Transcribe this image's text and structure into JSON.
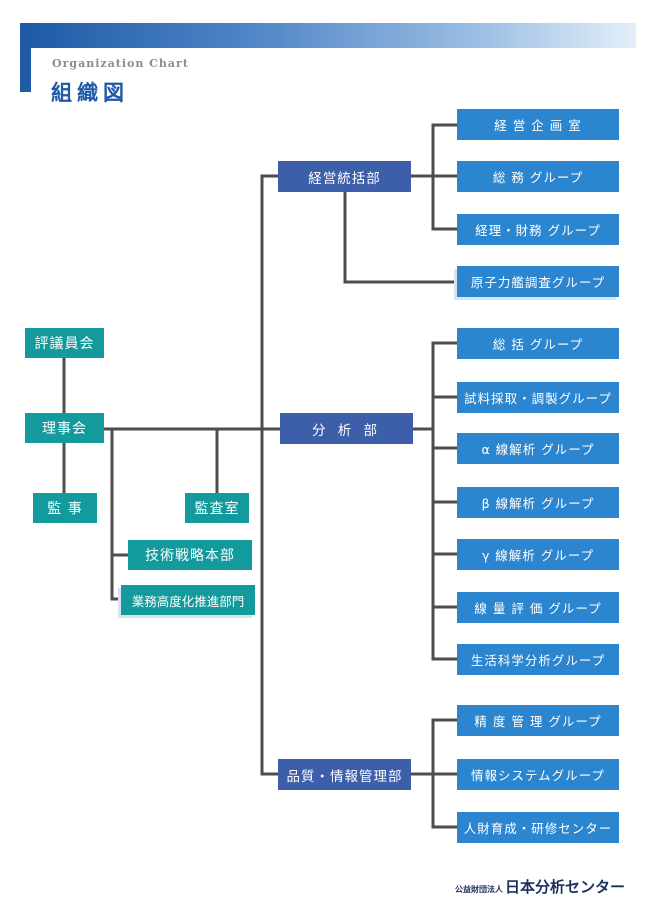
{
  "header": {
    "subtitle": "Organization Chart",
    "title": "組織図"
  },
  "nodes": {
    "council": "評議員会",
    "board": "理事会",
    "auditor": "監 事",
    "audit_office": "監査室",
    "tech_strategy": "技術戦略本部",
    "advancement": "業務高度化推進部門",
    "mgmt_dept": "経営統括部",
    "analysis_dept": "分 析 部",
    "quality_dept": "品質・情報管理部"
  },
  "groups": {
    "mgmt": [
      "経 営 企 画 室",
      "総 務 グループ",
      "経理・財務 グループ",
      "原子力艦調査グループ"
    ],
    "analysis": [
      "総 括 グループ",
      "試料採取・調製グループ",
      "α 線解析 グループ",
      "β 線解析 グループ",
      "γ 線解析 グループ",
      "線 量 評 価 グループ",
      "生活科学分析グループ"
    ],
    "quality": [
      "精 度 管 理 グループ",
      "情報システムグループ",
      "人財育成・研修センター"
    ]
  },
  "footer": {
    "prefix": "公益財団法人",
    "org_name": "日本分析センター"
  }
}
